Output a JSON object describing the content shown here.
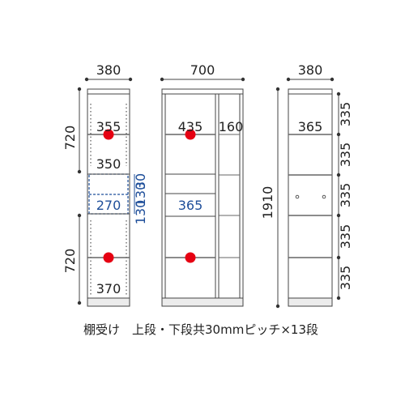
{
  "colors": {
    "line": "#444444",
    "shelf": "#666666",
    "blue": "#1f4f9a",
    "red": "#e60012",
    "base": "#d9d9d9"
  },
  "left": {
    "width": "380",
    "height_top": "720",
    "height_bottom": "720",
    "shelf_top": "355",
    "shelf_mid": "350",
    "shelf_bottom": "370",
    "drawer_width": "270",
    "drawer_h1": "130",
    "drawer_h2": "130",
    "drawer_h3": "30"
  },
  "middle": {
    "width": "700",
    "shelf_top": "435",
    "side_width": "160",
    "drawer_width": "365"
  },
  "right": {
    "width": "380",
    "height_total": "1910",
    "shelf_width": "365",
    "section_heights": [
      "335",
      "335",
      "335",
      "335",
      "335"
    ]
  },
  "caption": "棚受け　上段・下段共30mmピッチ×13段"
}
